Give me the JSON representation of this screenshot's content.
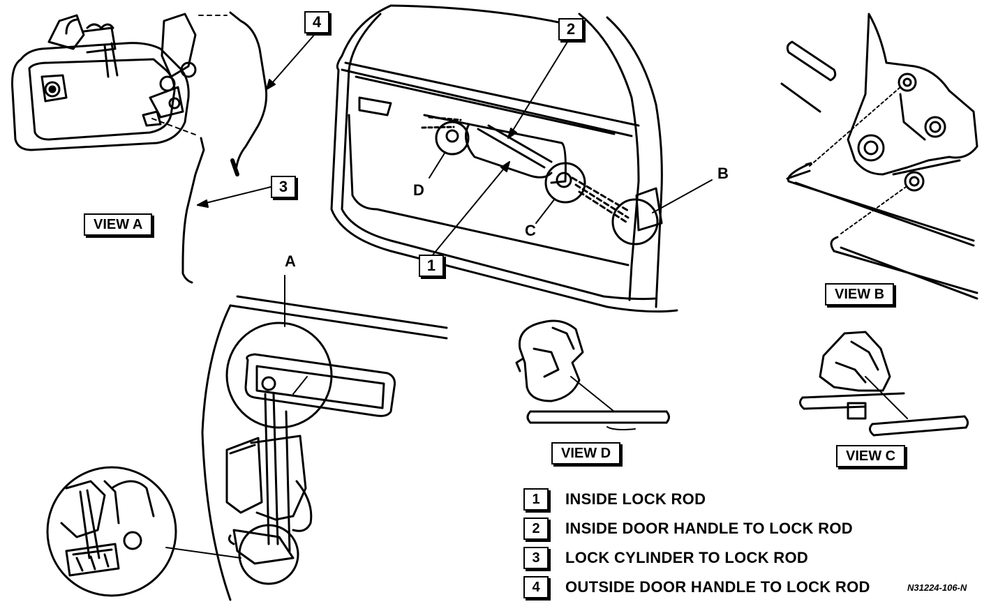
{
  "callouts": {
    "c1": "1",
    "c2": "2",
    "c3": "3",
    "c4": "4"
  },
  "letters": {
    "A": "A",
    "B": "B",
    "C": "C",
    "D": "D"
  },
  "views": {
    "view_a": "VIEW A",
    "view_b": "VIEW B",
    "view_c": "VIEW C",
    "view_d": "VIEW D"
  },
  "legend": [
    {
      "num": "1",
      "text": "INSIDE LOCK ROD"
    },
    {
      "num": "2",
      "text": "INSIDE DOOR HANDLE TO LOCK ROD"
    },
    {
      "num": "3",
      "text": "LOCK CYLINDER TO LOCK ROD"
    },
    {
      "num": "4",
      "text": "OUTSIDE DOOR HANDLE TO LOCK ROD"
    }
  ],
  "figure_code": "N31224-106-N"
}
